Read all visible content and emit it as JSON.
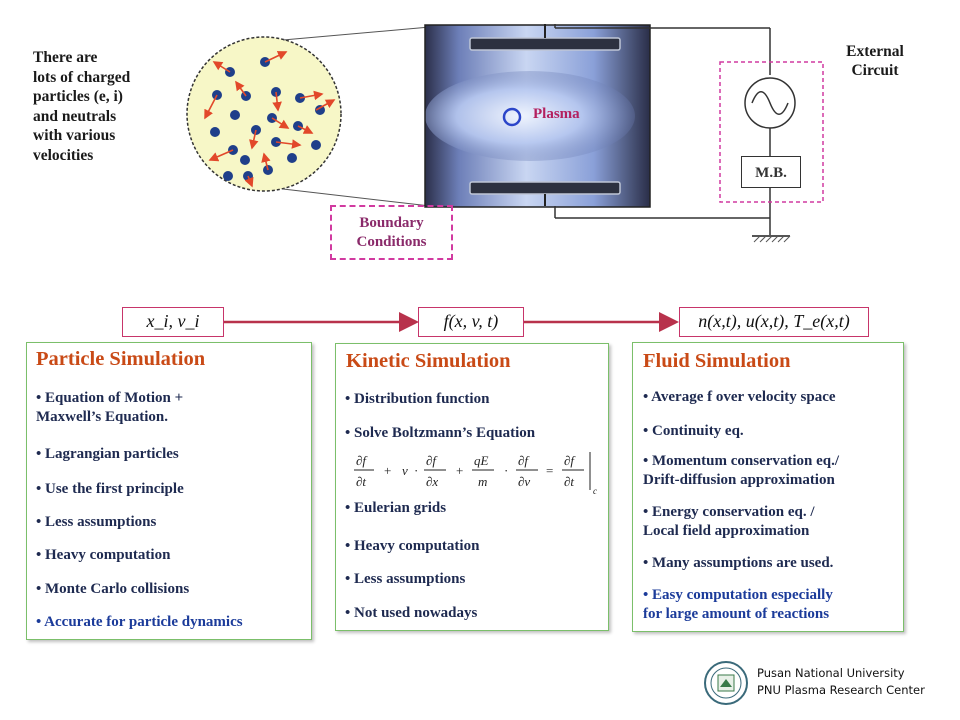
{
  "intro_lines": [
    "There are",
    "lots of charged",
    "particles (e, i)",
    "and neutrals",
    "with various",
    "velocities"
  ],
  "plasma_label": "Plasma",
  "external_circuit": [
    "External",
    "Circuit"
  ],
  "mb_label": "M.B.",
  "boundary_conditions": [
    "Boundary",
    "Conditions"
  ],
  "flow": {
    "particle_vars": "x_i, v_i",
    "kinetic_vars": "f(x, v, t)",
    "fluid_vars": "n(x,t), u(x,t), T_e(x,t)"
  },
  "particle": {
    "title": "Particle Simulation",
    "items": [
      "• Equation of Motion +",
      "Maxwell’s Equation.",
      "• Lagrangian particles",
      "• Use the first principle",
      "• Less assumptions",
      "• Heavy computation",
      "• Monte Carlo collisions",
      "• Accurate for particle dynamics"
    ]
  },
  "kinetic": {
    "title": "Kinetic Simulation",
    "items": [
      "• Distribution function",
      "• Solve Boltzmann’s Equation",
      "• Eulerian grids",
      "• Heavy computation",
      "• Less assumptions",
      "• Not used nowadays"
    ],
    "equation": {
      "df": "∂f",
      "dt": "∂t",
      "plus1": "+",
      "v": "v",
      "dot1": "·",
      "dx": "∂x",
      "plus2": "+",
      "qE": "qE",
      "m": "m",
      "dot2": "·",
      "dv": "∂v",
      "eq": "=",
      "c": "c"
    }
  },
  "fluid": {
    "title": "Fluid Simulation",
    "items": [
      "• Average f over velocity space",
      "• Continuity eq.",
      "• Momentum conservation eq./",
      "Drift-diffusion approximation",
      "• Energy conservation eq. /",
      "Local field approximation",
      "• Many assumptions are used.",
      "• Easy computation especially",
      "for large amount of reactions"
    ]
  },
  "footer": [
    "Pusan National University",
    "PNU Plasma Research Center"
  ],
  "colors": {
    "title_orange": "#c94a16",
    "arrow_red": "#b8324c",
    "panel_green": "#7bbf6a",
    "dashed_magenta": "#d13aa0"
  }
}
